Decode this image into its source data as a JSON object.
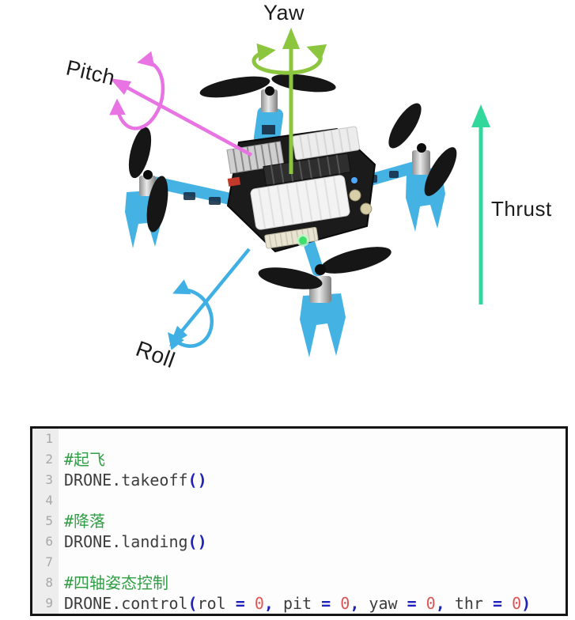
{
  "diagram": {
    "labels": {
      "yaw": "Yaw",
      "pitch": "Pitch",
      "roll": "Roll",
      "thrust": "Thrust"
    },
    "arrow_colors": {
      "yaw": "#8cc63e",
      "pitch": "#e873e3",
      "roll": "#3fafe4",
      "thrust": "#32d79c"
    },
    "drone_colors": {
      "frame": "#45b2e4",
      "propeller": "#161616",
      "board": "#1b1b1b",
      "battery": "#f3f3f3",
      "led": "#3fe06a"
    }
  },
  "code_block": {
    "token_colors": {
      "comment": "#2f9e44",
      "plain": "#3d3d3d",
      "punct": "#1e22b8",
      "number": "#dd5555",
      "line_number": "#a8a8a8"
    },
    "lines": [
      {
        "number": 1,
        "tokens": []
      },
      {
        "number": 2,
        "tokens": [
          {
            "type": "comment",
            "text": "#起飞"
          }
        ]
      },
      {
        "number": 3,
        "tokens": [
          {
            "type": "plain",
            "text": "DRONE.takeoff"
          },
          {
            "type": "punct",
            "text": "()"
          }
        ]
      },
      {
        "number": 4,
        "tokens": []
      },
      {
        "number": 5,
        "tokens": [
          {
            "type": "comment",
            "text": "#降落"
          }
        ]
      },
      {
        "number": 6,
        "tokens": [
          {
            "type": "plain",
            "text": "DRONE.landing"
          },
          {
            "type": "punct",
            "text": "()"
          }
        ]
      },
      {
        "number": 7,
        "tokens": []
      },
      {
        "number": 8,
        "tokens": [
          {
            "type": "comment",
            "text": "#四轴姿态控制"
          }
        ]
      },
      {
        "number": 9,
        "tokens": [
          {
            "type": "plain",
            "text": "DRONE.control"
          },
          {
            "type": "punct",
            "text": "("
          },
          {
            "type": "plain",
            "text": "rol "
          },
          {
            "type": "punct",
            "text": "= "
          },
          {
            "type": "number",
            "text": "0"
          },
          {
            "type": "punct",
            "text": ", "
          },
          {
            "type": "plain",
            "text": "pit "
          },
          {
            "type": "punct",
            "text": "= "
          },
          {
            "type": "number",
            "text": "0"
          },
          {
            "type": "punct",
            "text": ", "
          },
          {
            "type": "plain",
            "text": "yaw "
          },
          {
            "type": "punct",
            "text": "= "
          },
          {
            "type": "number",
            "text": "0"
          },
          {
            "type": "punct",
            "text": ", "
          },
          {
            "type": "plain",
            "text": "thr "
          },
          {
            "type": "punct",
            "text": "= "
          },
          {
            "type": "number",
            "text": "0"
          },
          {
            "type": "punct",
            "text": ")"
          }
        ]
      }
    ]
  }
}
